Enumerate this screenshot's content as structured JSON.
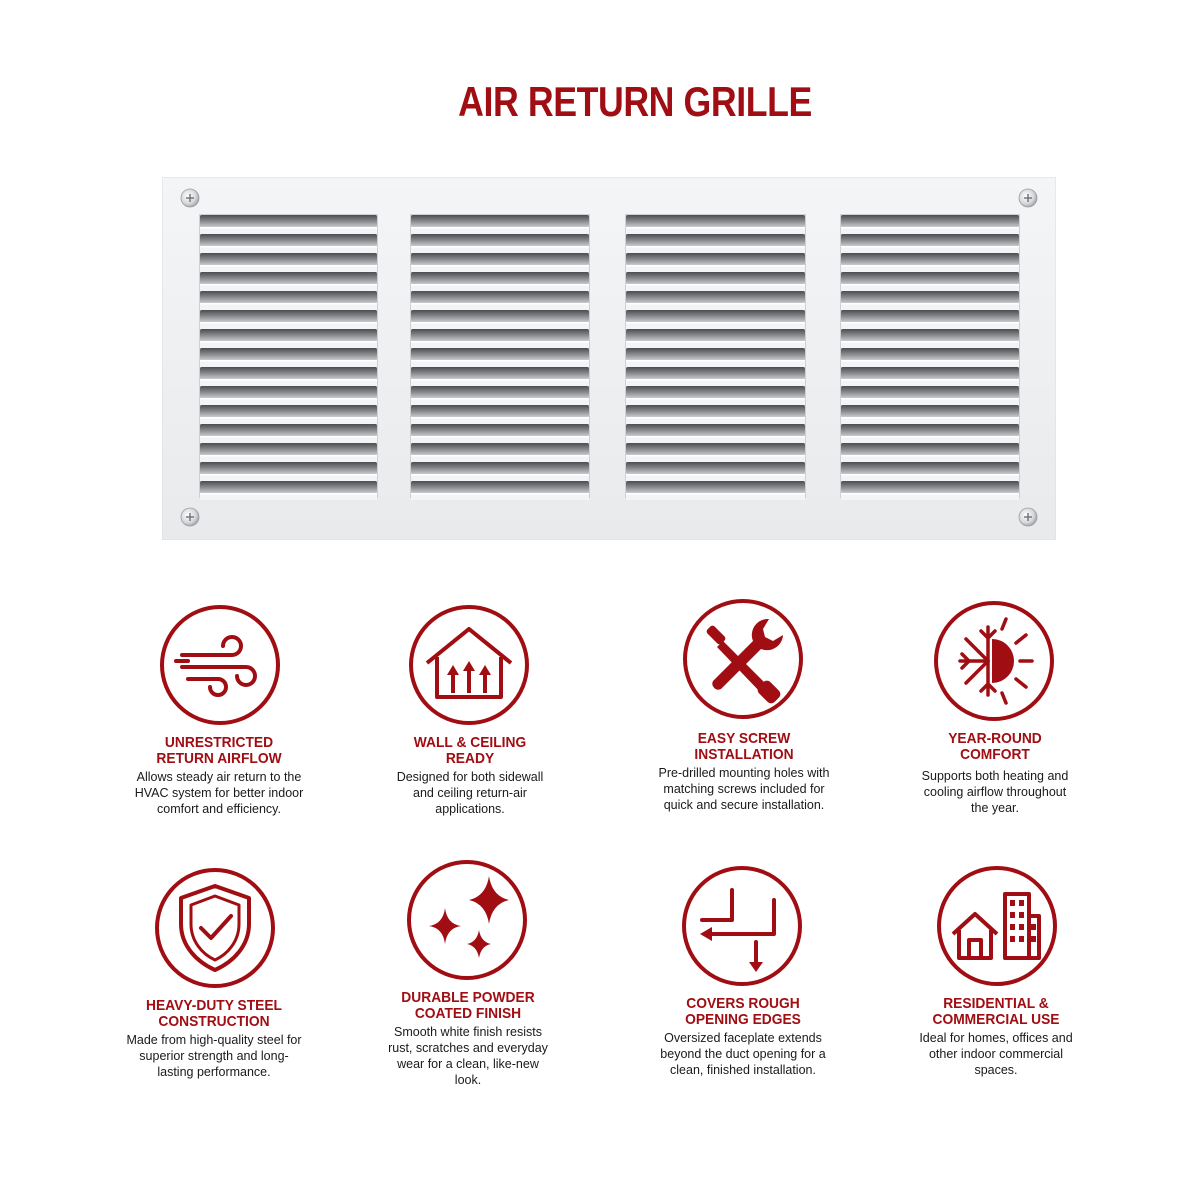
{
  "page": {
    "title": "AIR RETURN GRILLE",
    "accent_color": "#a00d12"
  },
  "product_image": {
    "icon": "air-return-grille-image"
  },
  "features": [
    {
      "icon": "airflow-wind-icon",
      "title_lines": [
        "UNRESTRICTED",
        "RETURN AIRFLOW"
      ],
      "desc_lines": [
        "Allows steady air return to the",
        "HVAC system for better indoor",
        "comfort and efficiency."
      ]
    },
    {
      "icon": "house-up-arrows-icon",
      "title_lines": [
        "WALL & CEILING",
        "READY"
      ],
      "desc_lines": [
        "Designed for both sidewall",
        "and ceiling return-air",
        "applications."
      ]
    },
    {
      "icon": "wrench-screwdriver-icon",
      "title_lines": [
        "EASY SCREW",
        "INSTALLATION"
      ],
      "desc_lines": [
        "Pre-drilled mounting holes with",
        "matching screws included for",
        "quick and secure installation."
      ]
    },
    {
      "icon": "snowflake-sun-icon",
      "title_lines": [
        "YEAR-ROUND",
        "COMFORT"
      ],
      "desc_lines": [
        "Supports both heating and",
        "cooling airflow throughout",
        "the year."
      ]
    },
    {
      "icon": "shield-check-icon",
      "title_lines": [
        "HEAVY-DUTY STEEL",
        "CONSTRUCTION"
      ],
      "desc_lines": [
        "Made from high-quality steel for",
        "superior strength and long-",
        "lasting performance."
      ]
    },
    {
      "icon": "sparkles-icon",
      "title_lines": [
        "DURABLE POWDER",
        "COATED FINISH"
      ],
      "desc_lines": [
        "Smooth white finish resists",
        "rust, scratches and everyday",
        "wear for a clean, like-new",
        "look."
      ]
    },
    {
      "icon": "corner-arrows-icon",
      "title_lines": [
        "COVERS ROUGH",
        "OPENING EDGES"
      ],
      "desc_lines": [
        "Oversized faceplate extends",
        "beyond the duct opening for a",
        "clean, finished installation."
      ]
    },
    {
      "icon": "house-building-icon",
      "title_lines": [
        "RESIDENTIAL &",
        "COMMERCIAL USE"
      ],
      "desc_lines": [
        "Ideal for homes, offices and",
        "other indoor commercial",
        "spaces."
      ]
    }
  ]
}
